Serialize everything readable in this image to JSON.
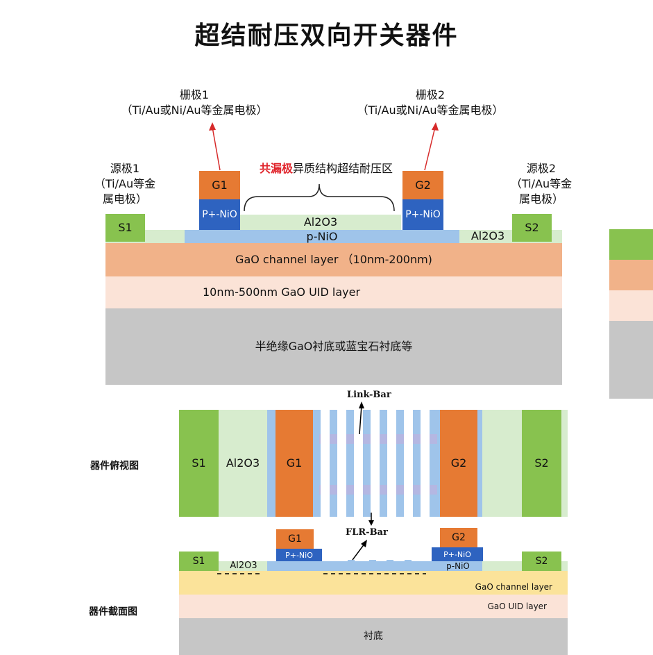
{
  "title": "超结耐压双向开关器件",
  "cross_section": {
    "gate1_label": [
      "栅极1",
      "（Ti/Au或Ni/Au等金属电极）"
    ],
    "gate2_label": [
      "栅极2",
      "（Ti/Au或Ni/Au等金属电极）"
    ],
    "source1_label": [
      "源极1",
      "（Ti/Au等金",
      "属电极）"
    ],
    "source2_label": [
      "源极2",
      "（Ti/Au等金",
      "属电极）"
    ],
    "brace_label_red": "共漏极",
    "brace_label_rest": "异质结构超结耐压区",
    "g1": "G1",
    "g2": "G2",
    "pnio": "P+-NiO",
    "s1": "S1",
    "s2": "S2",
    "al2o3_center": "Al2O3",
    "al2o3_right": "Al2O3",
    "pnio_layer": "p-NiO",
    "channel": "GaO channel layer （10nm-200nm)",
    "uid": "10nm-500nm GaO UID layer",
    "substrate": "半绝缘GaO衬底或蓝宝石衬底等"
  },
  "top_view": {
    "label": "器件俯视图",
    "link_bar": "Link-Bar",
    "s1": "S1",
    "al2o3": "Al2O3",
    "g1": "G1",
    "g2": "G2",
    "s2": "S2"
  },
  "section_view": {
    "label": "器件截面图",
    "flr_bar": "FLR-Bar",
    "g1": "G1",
    "g2": "G2",
    "pnio_left": "P+-NiO",
    "pnio_right": "P+-NiO",
    "s1": "S1",
    "s2": "S2",
    "al2o3": "Al2O3",
    "pnio_layer": "p-NiO",
    "channel": "GaO channel layer",
    "uid": "GaO UID layer",
    "substrate": "衬底"
  }
}
